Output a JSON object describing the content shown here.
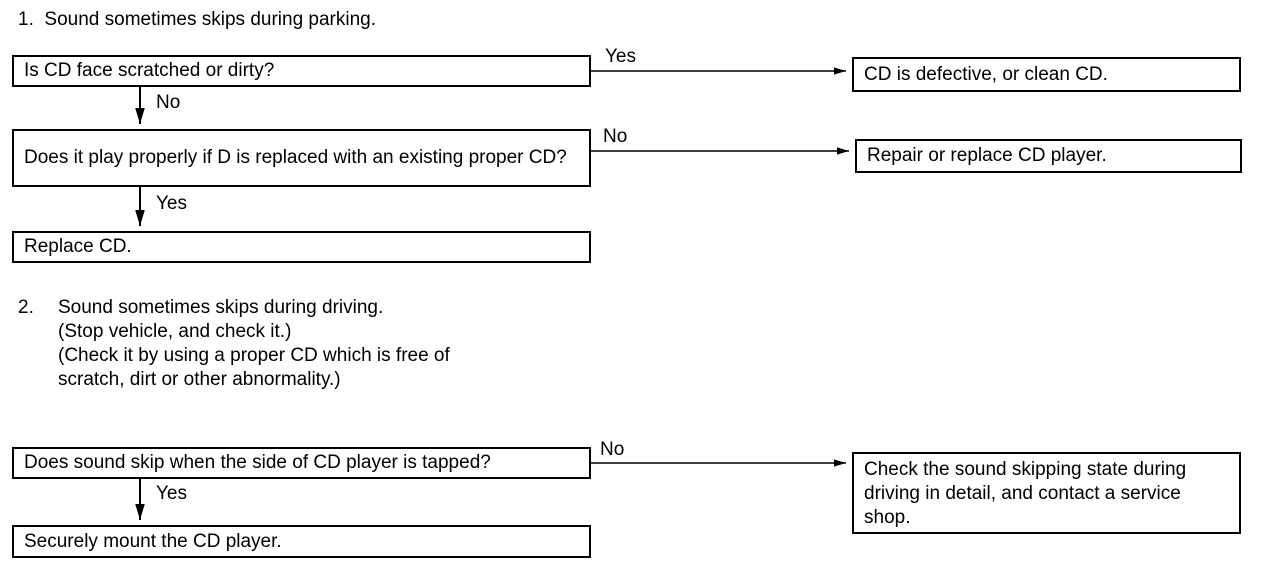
{
  "section1": {
    "heading": "1.  Sound sometimes skips during parking.",
    "q1": "Is CD face scratched or dirty?",
    "q1_yes_label": "Yes",
    "q1_no_label": "No",
    "r1": "CD is defective, or clean CD.",
    "q2": "Does it play properly if D is replaced with an existing proper CD?",
    "q2_no_label": "No",
    "q2_yes_label": "Yes",
    "r2": "Repair or replace CD player.",
    "r3": "Replace CD."
  },
  "section2": {
    "number": "2.",
    "heading_line1": "Sound sometimes skips during driving.",
    "heading_line2": "(Stop vehicle, and check it.)",
    "heading_line3": "(Check it by using a proper CD which is free of",
    "heading_line4": "scratch, dirt or other abnormality.)",
    "q1": "Does sound skip when the side of CD player is tapped?",
    "q1_no_label": "No",
    "q1_yes_label": "Yes",
    "r1": "Check the sound skipping state during driving in detail, and contact a service shop.",
    "r2": "Securely mount the CD player."
  }
}
